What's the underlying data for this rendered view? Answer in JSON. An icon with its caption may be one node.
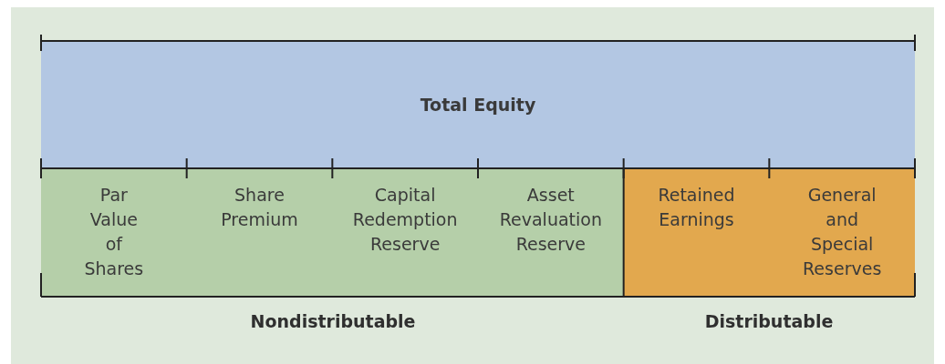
{
  "diagram": {
    "nodes": [
      {
        "text": [
          "Total Equity"
        ]
      },
      {
        "text": [
          "Par Value of Shares"
        ]
      },
      {
        "text": [
          "Share Premium"
        ]
      },
      {
        "text": [
          "Capital Redemption Reserve"
        ]
      },
      {
        "text": [
          "Asset Revaluation Reserve"
        ]
      },
      {
        "text": [
          "Retained Earnings"
        ]
      },
      {
        "text": [
          "General and Special Reserves"
        ]
      }
    ],
    "labels": [
      "Nondistributable",
      "Distributable"
    ]
  }
}
